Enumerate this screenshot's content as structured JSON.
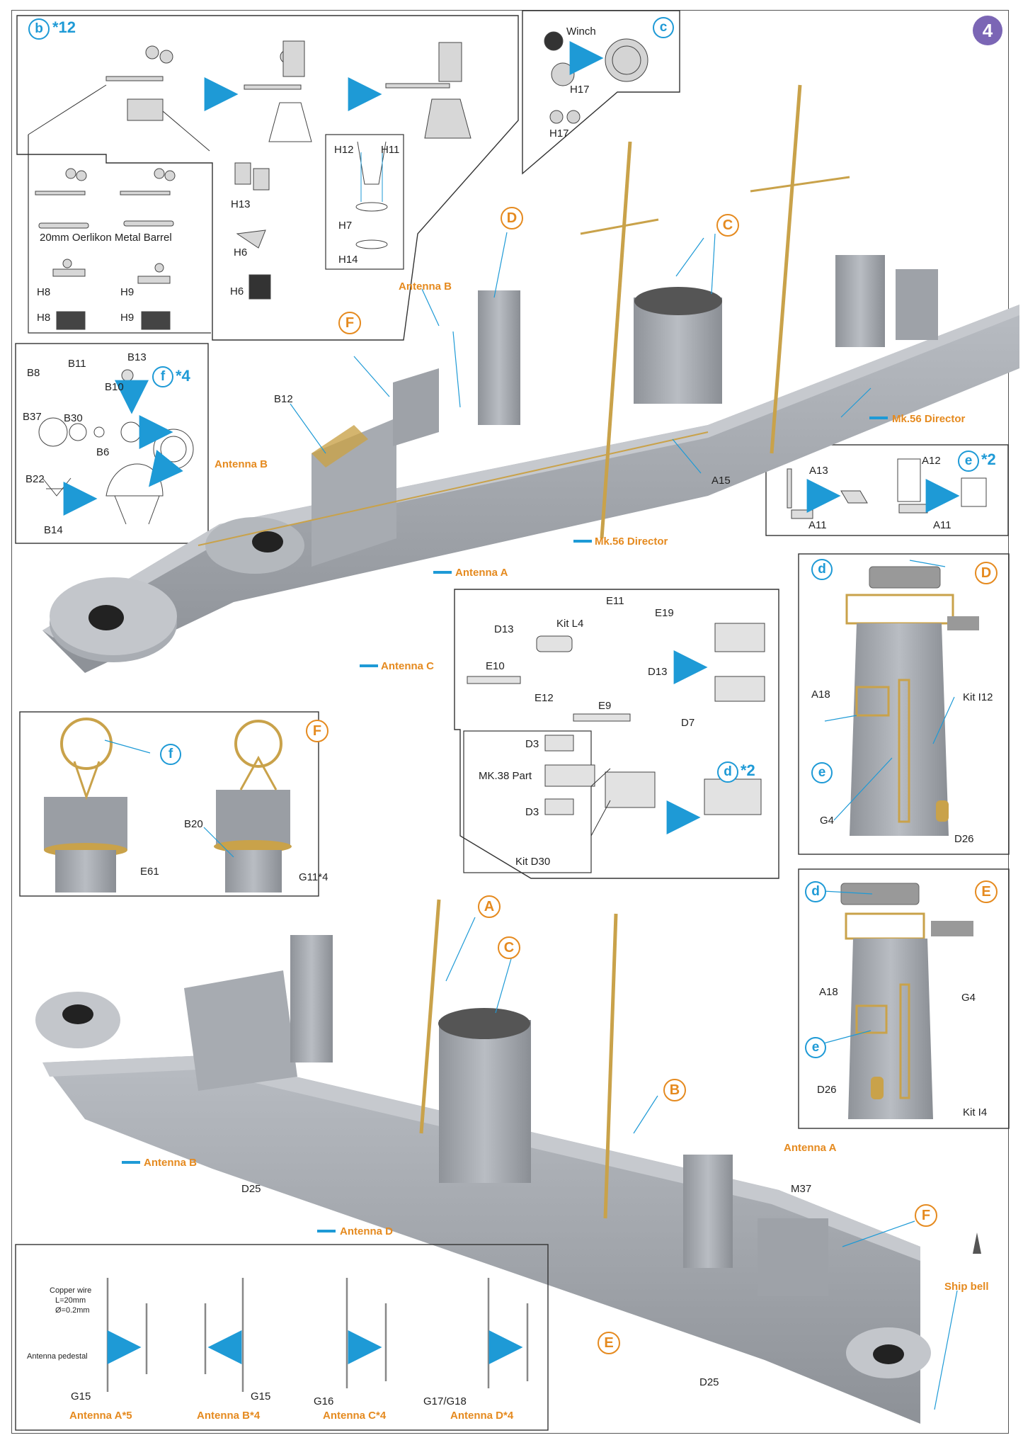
{
  "step_number": "4",
  "panel_b": {
    "letter": "b",
    "mult": "*12",
    "barrel_label": "20mm Oerlikon Metal Barrel",
    "parts": [
      "H13",
      "H6",
      "H6",
      "H12",
      "H11",
      "H7",
      "H14",
      "H8",
      "H9",
      "H8",
      "H9"
    ]
  },
  "panel_c": {
    "letter": "c",
    "winch": "Winch",
    "parts": [
      "H17",
      "H17"
    ]
  },
  "panel_f": {
    "letter": "f",
    "mult": "*4",
    "parts": [
      "B8",
      "B11",
      "B13",
      "B10",
      "B37",
      "B30",
      "B6",
      "B22",
      "B14"
    ]
  },
  "panel_e": {
    "letter": "e",
    "mult": "*2",
    "parts": [
      "A13",
      "A11",
      "A12",
      "A11"
    ]
  },
  "panel_d_small": {
    "letter": "d",
    "mult": "*2",
    "parts": [
      "E11",
      "E19",
      "D13",
      "Kit L4",
      "E10",
      "E12",
      "D13",
      "E9",
      "D7",
      "D3",
      "MK.38 Part",
      "D3",
      "Kit D30"
    ]
  },
  "panel_F_photo": {
    "letter": "F",
    "sub": "f",
    "parts": [
      "E61",
      "B20",
      "G11*4"
    ]
  },
  "panel_D_photo": {
    "letter": "D",
    "sub_d": "d",
    "sub_e": "e",
    "parts": [
      "A18",
      "Kit I12",
      "G4",
      "D26"
    ]
  },
  "panel_E_photo": {
    "letter": "E",
    "sub_d": "d",
    "sub_e": "e",
    "parts": [
      "A18",
      "G4",
      "D26",
      "Kit I4"
    ]
  },
  "top_ship": {
    "callouts": [
      "D",
      "C",
      "F"
    ],
    "labels": [
      "Antenna B",
      "B12",
      "Antenna B",
      "A15",
      "Mk.56 Director",
      "Mk.56 Director",
      "Antenna A",
      "Antenna C"
    ]
  },
  "bottom_ship": {
    "callouts": [
      "A",
      "C",
      "B",
      "F",
      "E"
    ],
    "labels": [
      "Antenna B",
      "D25",
      "Antenna D",
      "Antenna A",
      "M37",
      "D25",
      "Ship bell"
    ]
  },
  "antenna_panel": {
    "copper_wire": [
      "Copper wire",
      "L=20mm",
      "Ø=0.2mm"
    ],
    "pedestal": "Antenna pedestal",
    "parts": [
      "G15",
      "G15",
      "G16",
      "G17/G18"
    ],
    "titles": [
      "Antenna A*5",
      "Antenna B*4",
      "Antenna C*4",
      "Antenna D*4"
    ]
  },
  "colors": {
    "orange": "#e58a1f",
    "blue": "#1e9ad6",
    "hull": "#a9adb3",
    "brass": "#c9a24a",
    "step": "#7b66b5"
  }
}
